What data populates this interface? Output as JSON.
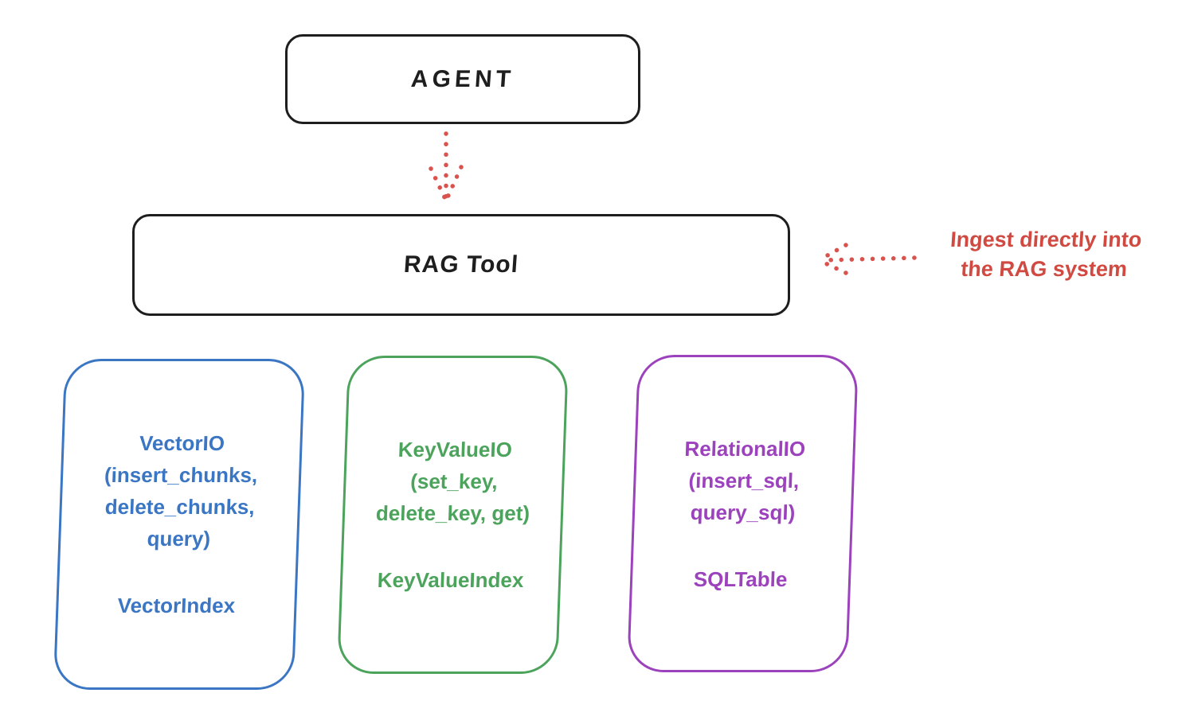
{
  "diagram": {
    "agent": {
      "label": "AGENT"
    },
    "rag_tool": {
      "label": "RAG Tool"
    },
    "annotation": {
      "line1": "Ingest directly into",
      "line2": "the RAG system",
      "color": "#d04a42"
    },
    "arrow_color": "#d9534e",
    "cards": [
      {
        "id": "vector-io",
        "color": "#3b76c4",
        "lines": [
          "VectorIO",
          "(insert_chunks,",
          "delete_chunks,",
          "query)"
        ],
        "index": "VectorIndex"
      },
      {
        "id": "keyvalue-io",
        "color": "#4ca35c",
        "lines": [
          "KeyValueIO",
          "(set_key,",
          "delete_key, get)"
        ],
        "index": "KeyValueIndex"
      },
      {
        "id": "relational-io",
        "color": "#9b42bc",
        "lines": [
          "RelationalIO",
          "(insert_sql,",
          "query_sql)"
        ],
        "index": "SQLTable"
      }
    ]
  }
}
